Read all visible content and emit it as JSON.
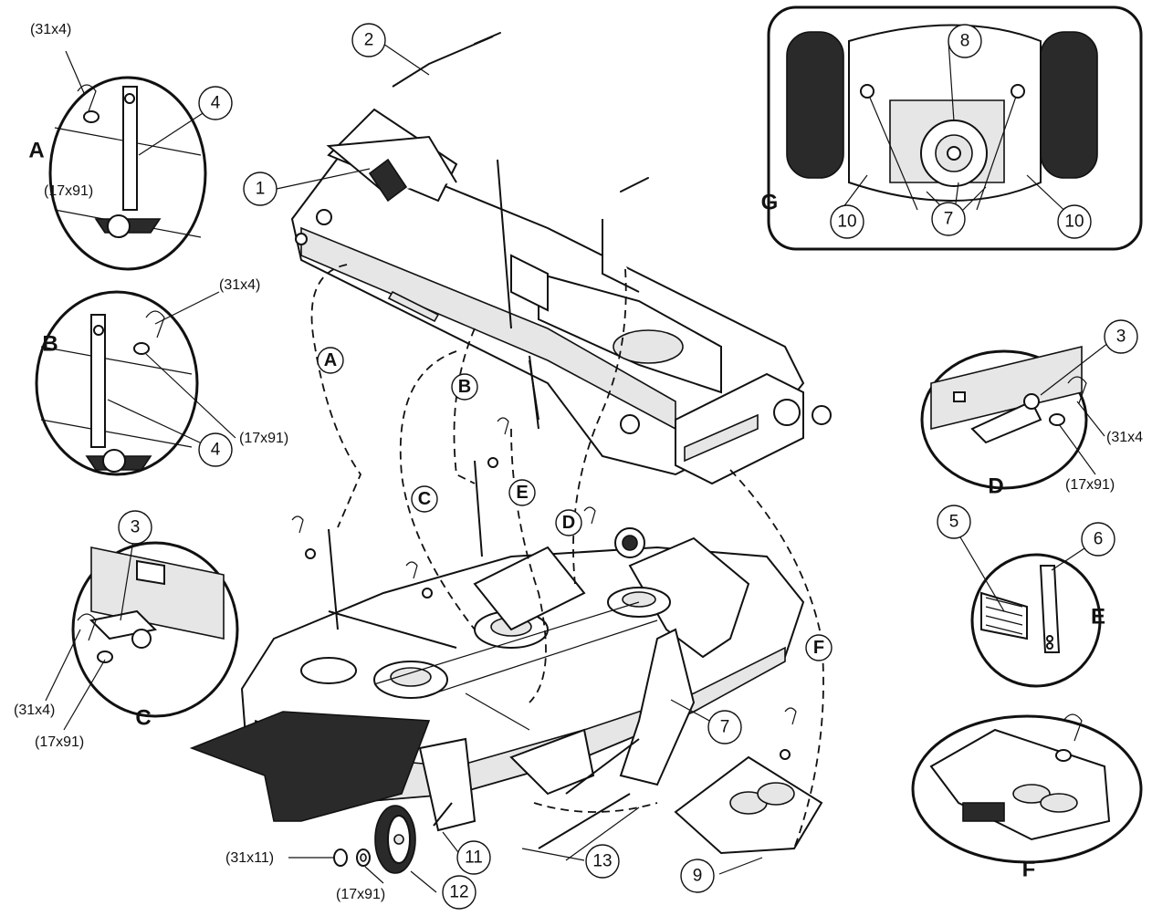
{
  "figure": {
    "callouts": {
      "c1": "1",
      "c2": "2",
      "c3_det_d": "3",
      "c3_det_c": "3",
      "c4_det_a": "4",
      "c4_det_b": "4",
      "c5": "5",
      "c6": "6",
      "c7_main": "7",
      "c7_det_g": "7",
      "c8": "8",
      "c9": "9",
      "c10_left": "10",
      "c10_right": "10",
      "c11": "11",
      "c12": "12",
      "c13": "13"
    },
    "letters": {
      "a_path": "A",
      "b_path": "B",
      "c_path": "C",
      "d_path": "D",
      "e_path": "E",
      "f_path": "F",
      "a_detail": "A",
      "b_detail": "B",
      "c_detail": "C",
      "d_detail": "D",
      "e_detail": "E",
      "f_detail": "F",
      "g_detail": "G"
    },
    "hardware": {
      "a_clip": "(31x4)",
      "a_washer": "(17x91)",
      "b_clip": "(31x4)",
      "b_washer": "(17x91)",
      "c_clip": "(31x4)",
      "c_washer": "(17x91)",
      "d_clip": "(31x4",
      "d_washer": "(17x91)",
      "wheel_clip": "(31x11)",
      "wheel_washer": "(17x91)"
    }
  }
}
